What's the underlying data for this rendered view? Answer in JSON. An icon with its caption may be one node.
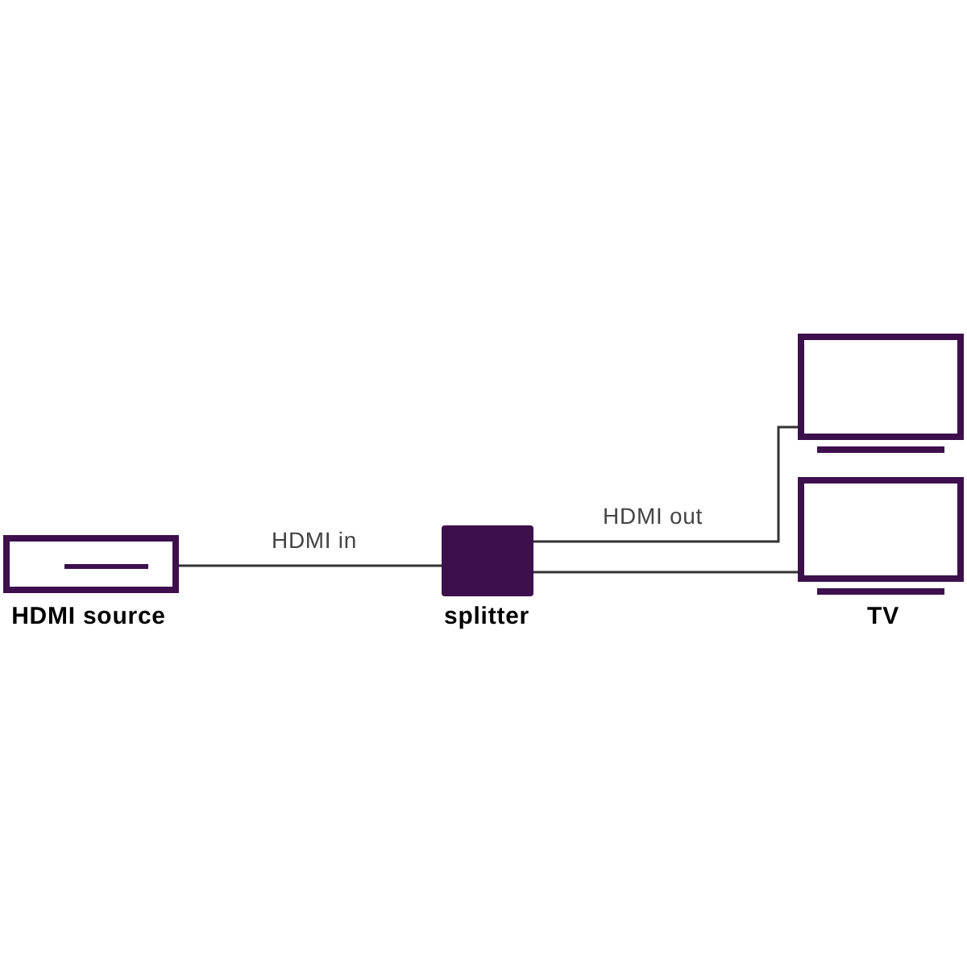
{
  "diagram": {
    "nodes": [
      {
        "text": [
          "HDMI source"
        ]
      },
      {
        "text": [
          "splitter"
        ]
      },
      {
        "text": [],
        "shape": "box"
      },
      {
        "text": [
          "TV"
        ]
      }
    ],
    "edges": [
      {
        "from": 0,
        "to": 1,
        "arrow": "none",
        "label": "HDMI in"
      },
      {
        "from": 1,
        "to": 2,
        "arrow": "none",
        "label": "HDMI out"
      },
      {
        "from": 1,
        "to": 3,
        "arrow": "none"
      }
    ]
  }
}
